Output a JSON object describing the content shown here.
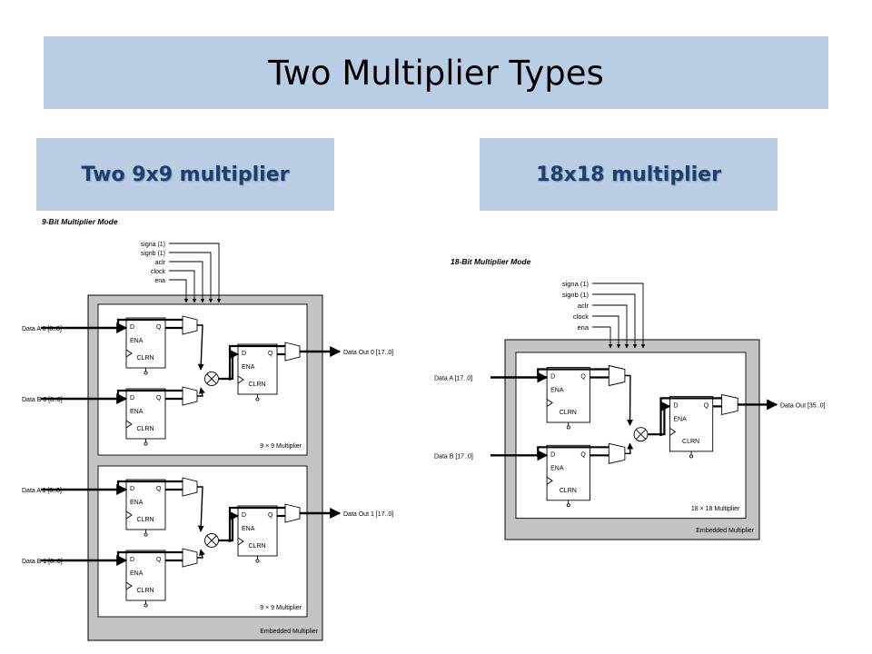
{
  "slide": {
    "title": "Two Multiplier Types",
    "left_heading": "Two 9x9 multiplier",
    "right_heading": "18x18 multiplier"
  },
  "left_diagram": {
    "mode_label": "9-Bit Multiplier Mode",
    "control_signals": [
      "signa (1)",
      "signb (1)",
      "aclr",
      "clock",
      "ena"
    ],
    "units": [
      {
        "data_a": "Data A 0 [8..0]",
        "data_b": "Data B 0 [8..0]",
        "data_out": "Data Out 0 [17..0]",
        "caption": "9 × 9 Multiplier"
      },
      {
        "data_a": "Data A 1 [8..0]",
        "data_b": "Data B 1 [8..0]",
        "data_out": "Data Out 1 [17..0]",
        "caption": "9 × 9 Multiplier"
      }
    ],
    "outer_caption": "Embedded Multiplier"
  },
  "right_diagram": {
    "mode_label": "18-Bit Multiplier Mode",
    "control_signals": [
      "signa (1)",
      "signb (1)",
      "aclr",
      "clock",
      "ena"
    ],
    "unit": {
      "data_a": "Data A [17..0]",
      "data_b": "Data B [17..0]",
      "data_out": "Data Out [35..0]",
      "caption": "18 × 18 Multiplier"
    },
    "outer_caption": "Embedded Multiplier"
  },
  "register_labels": {
    "d": "D",
    "q": "Q",
    "ena": "ENA",
    "clrn": "CLRN"
  }
}
